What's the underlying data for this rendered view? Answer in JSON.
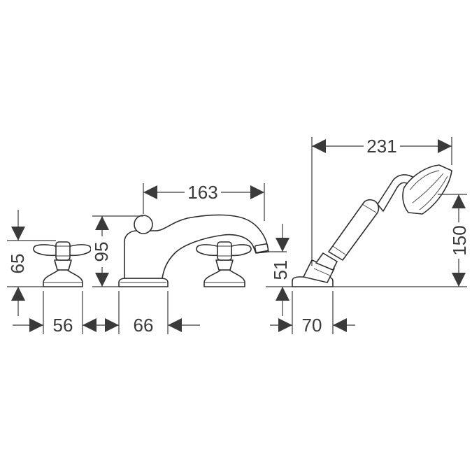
{
  "dimensions": {
    "spread_width": "231",
    "spout_reach": "163",
    "spout_height": "95",
    "handle_height": "65",
    "shower_height": "150",
    "holder_height": "51",
    "handle_base_width": "56",
    "spout_base_width": "66",
    "holder_base_width": "70"
  },
  "colors": {
    "line": "#3a3a3a",
    "background": "#ffffff"
  },
  "icons": [
    "cross-handle-valve",
    "bath-spout",
    "hand-shower"
  ]
}
